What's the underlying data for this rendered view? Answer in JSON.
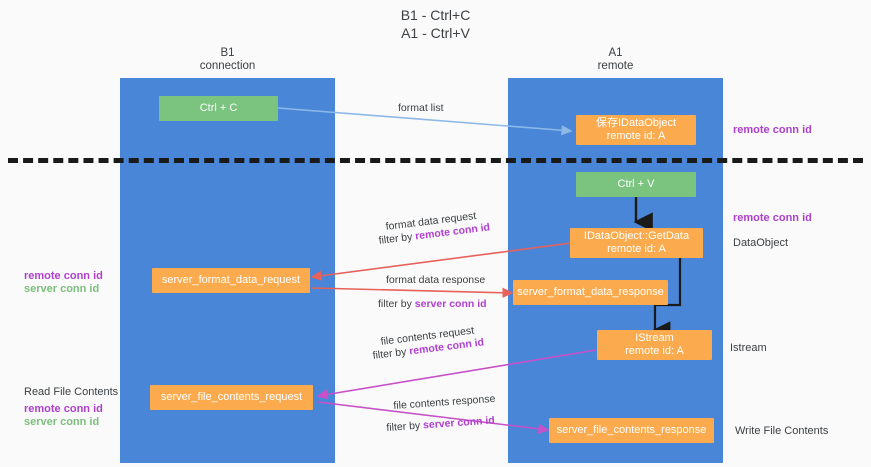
{
  "title": "B1 - Ctrl+C\nA1 - Ctrl+V",
  "columns": {
    "left": {
      "name": "B1",
      "role": "connection",
      "header": "B1\nconnection"
    },
    "right": {
      "name": "A1",
      "role": "remote",
      "header": "A1\nremote"
    }
  },
  "colors": {
    "lane": "#4a86d8",
    "node_green": "#7bc47f",
    "node_orange": "#fbab4e",
    "highlight_purple": "#b03fd0",
    "highlight_green": "#7cbf7c",
    "wire_blue": "#8cb8e8",
    "wire_red": "#e8615a",
    "wire_magenta": "#c850c8",
    "wire_black": "#1a1a1a",
    "divider": "#1a1a1a",
    "background": "#fafafa"
  },
  "nodes": {
    "ctrl_c": {
      "label": "Ctrl + C",
      "sublabel": ""
    },
    "save_idataobject": {
      "label": "保存IDataObject",
      "sublabel": "remote id: A"
    },
    "ctrl_v": {
      "label": "Ctrl + V",
      "sublabel": ""
    },
    "idataobject_getdata": {
      "label": "IDataObject::GetData",
      "sublabel": "remote id: A"
    },
    "server_format_data_request": {
      "label": "server_format_data_request",
      "sublabel": ""
    },
    "server_format_data_response": {
      "label": "server_format_data_response",
      "sublabel": ""
    },
    "istream": {
      "label": "IStream",
      "sublabel": "remote id: A"
    },
    "server_file_contents_request": {
      "label": "server_file_contents_request",
      "sublabel": ""
    },
    "server_file_contents_response": {
      "label": "server_file_contents_response",
      "sublabel": ""
    }
  },
  "edge_labels": {
    "format_list": "format list",
    "format_data_request": "format data request",
    "format_data_request_filter_prefix": "filter by ",
    "format_data_request_filter_key": "remote conn id",
    "format_data_response": "format data response",
    "format_data_response_filter_prefix": "filter by ",
    "format_data_response_filter_key": "server conn id",
    "file_contents_request": "file contents request",
    "file_contents_request_filter_prefix": "filter by ",
    "file_contents_request_filter_key": "remote conn id",
    "file_contents_response": "file contents response",
    "file_contents_response_filter_prefix": "filter by ",
    "file_contents_response_filter_key": "server conn id"
  },
  "annotations": {
    "right_top_conn_id": "remote conn id",
    "right_getdata_conn_id": "remote conn id",
    "right_dataobject": "DataObject",
    "right_istream": "Istream",
    "right_write_file_contents": "Write File Contents",
    "left_remote_conn_id": "remote conn id",
    "left_server_conn_id": "server conn id",
    "left_read_file_contents": "Read File Contents",
    "left_bottom_remote_conn_id": "remote conn id",
    "left_bottom_server_conn_id": "server conn id"
  }
}
